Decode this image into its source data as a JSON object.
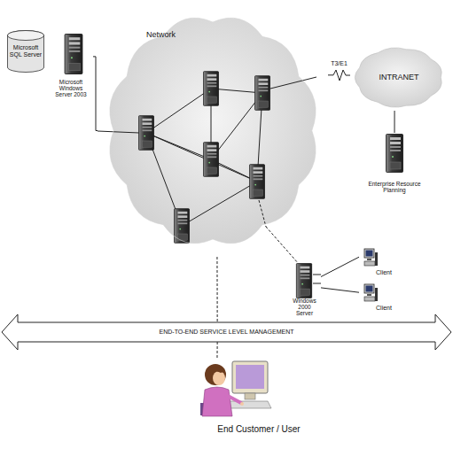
{
  "diagram": {
    "nodes": [
      {
        "text": [
          "Microsoft SQL Server"
        ]
      },
      {
        "text": [
          "Microsoft Windows Server 2003"
        ]
      },
      {
        "text": [
          "Network"
        ]
      },
      {
        "text": [
          "INTRANET"
        ]
      },
      {
        "text": [
          "Enterprise Resource Planning"
        ]
      },
      {
        "text": [
          "Windows 2000 Server"
        ]
      },
      {
        "text": [
          "Client"
        ]
      },
      {
        "text": [
          "Client"
        ]
      },
      {
        "text": [
          "END-TO-END SERVICE LEVEL MANAGEMENT"
        ]
      },
      {
        "text": [
          "End Customer / User"
        ]
      }
    ],
    "edges": [
      {
        "from": 1,
        "to": 2,
        "arrow": "none"
      },
      {
        "from": 2,
        "to": 3,
        "label": "T3/E1",
        "arrow": "none"
      },
      {
        "from": 3,
        "to": 4,
        "arrow": "none"
      },
      {
        "from": 2,
        "to": 5,
        "arrow": "none"
      },
      {
        "from": 5,
        "to": 6,
        "arrow": "none"
      },
      {
        "from": 5,
        "to": 7,
        "arrow": "none"
      },
      {
        "from": 2,
        "to": 8,
        "arrow": "none"
      },
      {
        "from": 8,
        "to": 9,
        "arrow": "none"
      }
    ]
  }
}
